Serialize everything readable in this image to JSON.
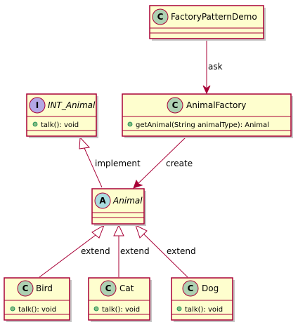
{
  "classes": {
    "factory_pattern_demo": {
      "stereotype": "C",
      "name": "FactoryPatternDemo",
      "members": []
    },
    "animal_factory": {
      "stereotype": "C",
      "name": "AnimalFactory",
      "members": [
        "getAnimal(String animalType): Animal"
      ]
    },
    "int_animal": {
      "stereotype": "I",
      "name": "INT_Animal",
      "members": [
        "talk(): void"
      ]
    },
    "animal": {
      "stereotype": "A",
      "name": "Animal",
      "members": []
    },
    "bird": {
      "stereotype": "C",
      "name": "Bird",
      "members": [
        "talk(): void"
      ]
    },
    "cat": {
      "stereotype": "C",
      "name": "Cat",
      "members": [
        "talk(): void"
      ]
    },
    "dog": {
      "stereotype": "C",
      "name": "Dog",
      "members": [
        "talk(): void"
      ]
    }
  },
  "relations": {
    "ask": "ask",
    "create": "create",
    "implement": "implement",
    "extend_bird": "extend",
    "extend_cat": "extend",
    "extend_dog": "extend"
  },
  "colors": {
    "class_fill": "#FEFECE",
    "border": "#A80036",
    "class_badge": "#ADD1B2",
    "interface_badge": "#B4A7E5",
    "abstract_badge": "#A9DCDF",
    "method_dot": "#84BE84"
  }
}
